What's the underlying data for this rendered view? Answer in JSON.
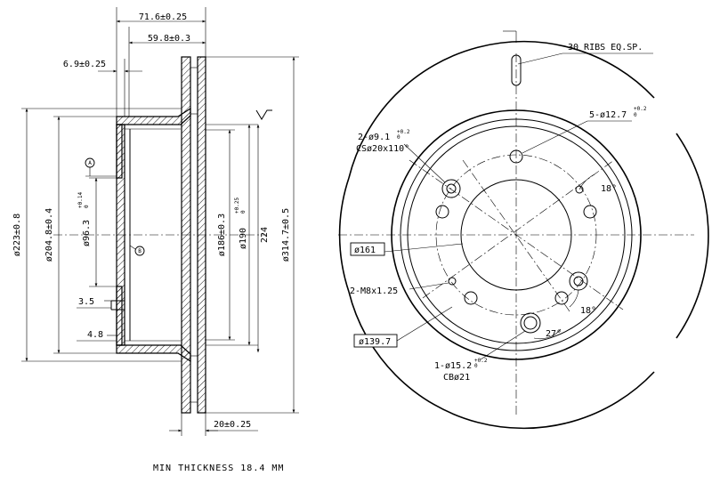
{
  "side_view": {
    "dims": {
      "overall_width": "71.6±0.25",
      "hat_depth": "59.8±0.3",
      "flange_offset": "6.9±0.25",
      "outer_hat_dia": "ø223±0.8",
      "inner_hat_dia": "ø204.8±0.4",
      "center_bore": "ø96.3",
      "center_bore_tol_upper": "+0.14",
      "center_bore_tol_lower": "0",
      "hub_face_dia": "ø186±0.3",
      "pilot_dia": "ø190",
      "pilot_tol_upper": "+0.25",
      "pilot_tol_lower": "0",
      "vent_dia": "224",
      "disc_dia": "ø314.7±0.5",
      "step_small": "3.5",
      "step_large": "4.8",
      "disc_thickness": "20±0.25"
    },
    "bubbles": {
      "a": "A",
      "b": "B"
    }
  },
  "front_view": {
    "labels": {
      "ribs": "30 RIBS EQ.SP.",
      "stud_holes": "5-ø12.7",
      "stud_tol_upper": "+0.2",
      "stud_tol_lower": "0",
      "holes_a_line1": "2-ø9.1",
      "holes_a_tol_upper": "+0.2",
      "holes_a_tol_lower": "0",
      "holes_a_line2": "CSø20x110°",
      "angle_18_top": "18°",
      "bore": "ø161",
      "thread": "2-M8x1.25",
      "angle_18_bottom": "18°",
      "angle_27": "27°",
      "pcd": "ø139.7",
      "holes_b_line1": "1-ø15.2",
      "holes_b_tol_upper": "+0.2",
      "holes_b_tol_lower": "0",
      "holes_b_line2": "CBø21"
    }
  },
  "footer": {
    "min_thickness": "MIN THICKNESS 18.4 MM"
  }
}
